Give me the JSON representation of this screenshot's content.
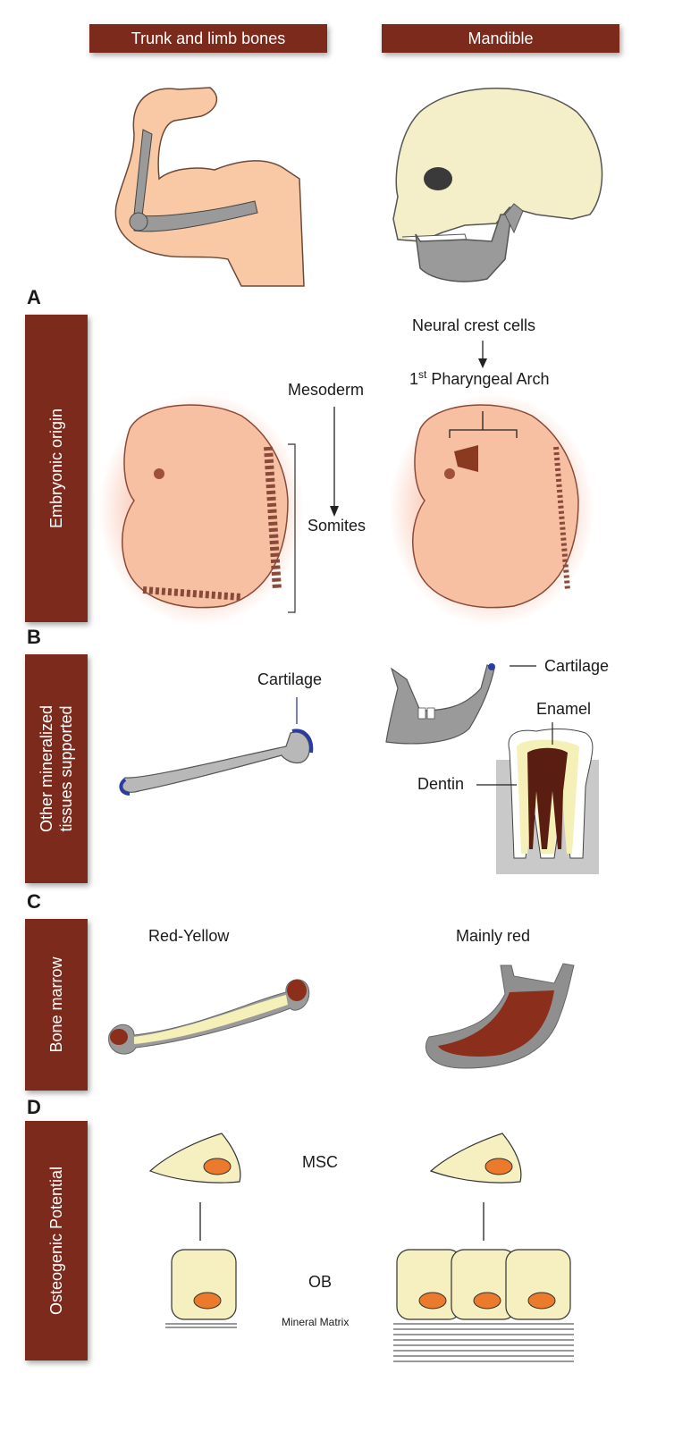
{
  "headers": {
    "left": "Trunk and limb bones",
    "right": "Mandible"
  },
  "sections": [
    {
      "letter": "A",
      "title": "Embryonic origin"
    },
    {
      "letter": "B",
      "title_line1": "Other mineralized",
      "title_line2": "tissues supported"
    },
    {
      "letter": "C",
      "title": "Bone marrow"
    },
    {
      "letter": "D",
      "title": "Osteogenic Potential"
    }
  ],
  "embryo": {
    "neural_crest": "Neural crest cells",
    "arch_sup": "st",
    "arch_num": "1",
    "arch": "Pharyngeal Arch",
    "mesoderm": "Mesoderm",
    "somites": "Somites"
  },
  "tissues": {
    "cartilage_left": "Cartilage",
    "cartilage_right": "Cartilage",
    "enamel": "Enamel",
    "dentin": "Dentin"
  },
  "marrow": {
    "left": "Red-Yellow",
    "right": "Mainly red"
  },
  "osteo": {
    "msc": "MSC",
    "ob": "OB",
    "matrix": "Mineral Matrix"
  },
  "colors": {
    "banner": "#7c2a1c",
    "skin": "#f8c9a4",
    "bone": "#a9a9a9",
    "skull": "#f4efc8",
    "embryo": "#f7c0a3",
    "cartilage": "#2a3ca0",
    "marrow_red": "#8b2e1c",
    "marrow_yellow": "#f5f0b8",
    "cell": "#f6f0c0",
    "nucleus": "#ec7a2c"
  }
}
